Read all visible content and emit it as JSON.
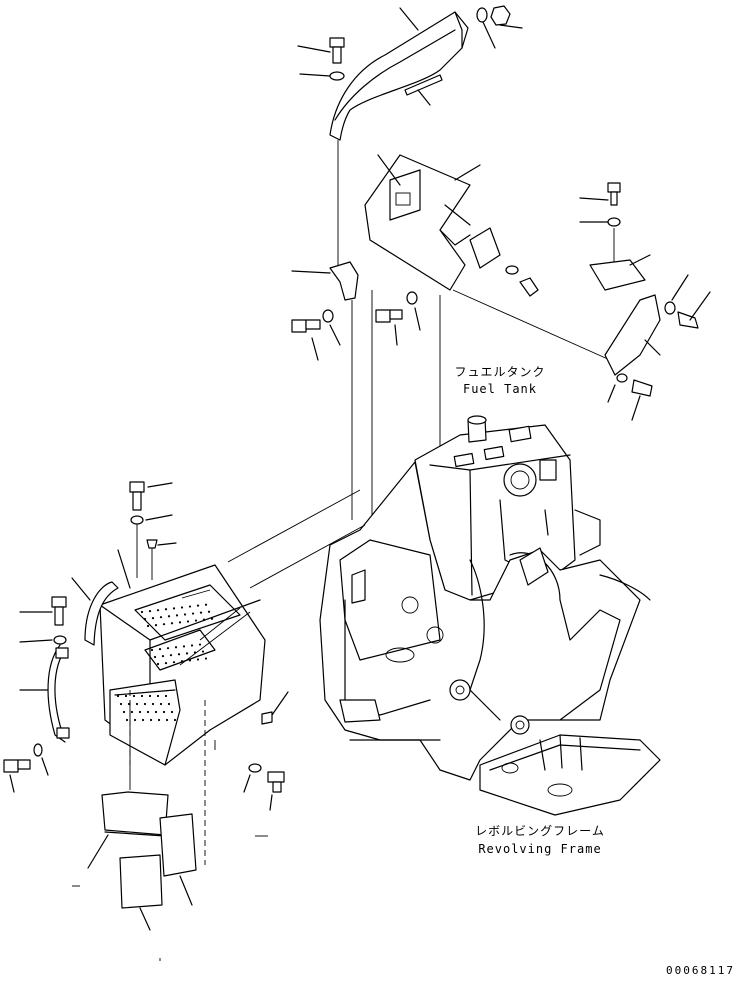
{
  "labels": {
    "fuel_tank_jp": "フュエルタンク",
    "fuel_tank_en": "Fuel Tank",
    "frame_jp": "レボルビングフレーム",
    "frame_en": "Revolving Frame"
  },
  "document_id": "00068117"
}
